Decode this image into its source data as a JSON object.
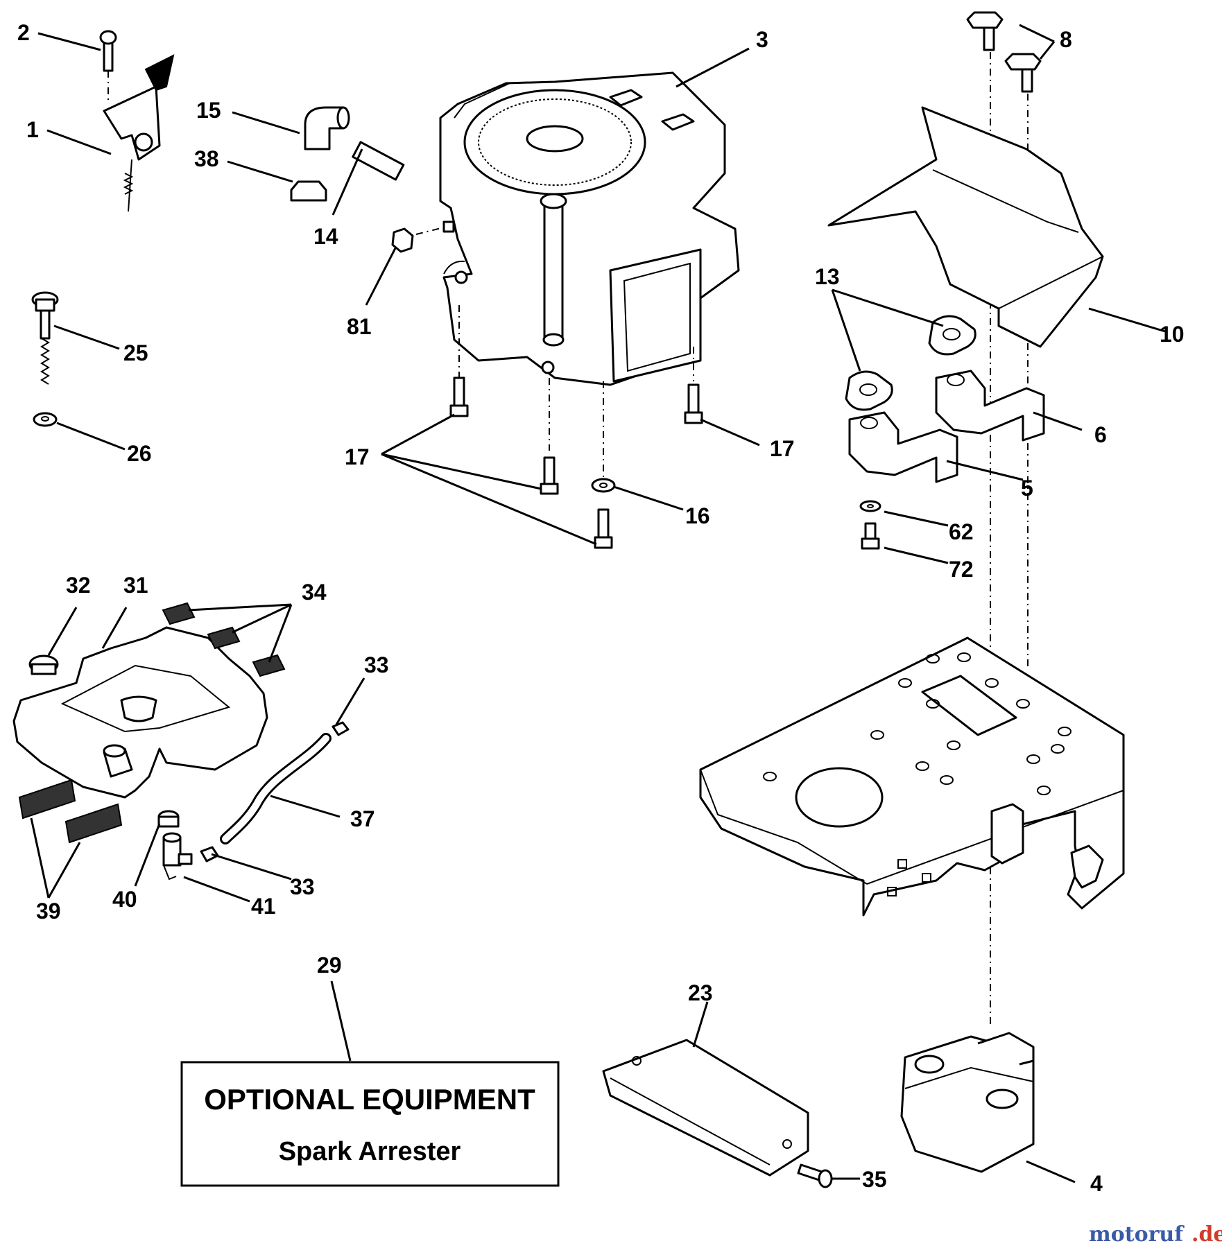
{
  "callouts": [
    {
      "id": "c2",
      "text": "2"
    },
    {
      "id": "c1",
      "text": "1"
    },
    {
      "id": "c15",
      "text": "15"
    },
    {
      "id": "c38",
      "text": "38"
    },
    {
      "id": "c14",
      "text": "14"
    },
    {
      "id": "c81",
      "text": "81"
    },
    {
      "id": "c3",
      "text": "3"
    },
    {
      "id": "c8",
      "text": "8"
    },
    {
      "id": "c10",
      "text": "10"
    },
    {
      "id": "c13",
      "text": "13"
    },
    {
      "id": "c6",
      "text": "6"
    },
    {
      "id": "c5",
      "text": "5"
    },
    {
      "id": "c62",
      "text": "62"
    },
    {
      "id": "c72",
      "text": "72"
    },
    {
      "id": "c25",
      "text": "25"
    },
    {
      "id": "c26",
      "text": "26"
    },
    {
      "id": "c17a",
      "text": "17"
    },
    {
      "id": "c17b",
      "text": "17"
    },
    {
      "id": "c16",
      "text": "16"
    },
    {
      "id": "c32",
      "text": "32"
    },
    {
      "id": "c31",
      "text": "31"
    },
    {
      "id": "c34",
      "text": "34"
    },
    {
      "id": "c33a",
      "text": "33"
    },
    {
      "id": "c37",
      "text": "37"
    },
    {
      "id": "c33b",
      "text": "33"
    },
    {
      "id": "c40",
      "text": "40"
    },
    {
      "id": "c41",
      "text": "41"
    },
    {
      "id": "c39",
      "text": "39"
    },
    {
      "id": "c29",
      "text": "29"
    },
    {
      "id": "c23",
      "text": "23"
    },
    {
      "id": "c35",
      "text": "35"
    },
    {
      "id": "c4",
      "text": "4"
    }
  ],
  "note_box": {
    "title": "OPTIONAL EQUIPMENT",
    "subtitle": "Spark Arrester"
  },
  "watermark": {
    "main": "motoruf",
    "suffix": ".de",
    "color_main": "#3a5aa8",
    "color_dot": "#d23a2a"
  }
}
